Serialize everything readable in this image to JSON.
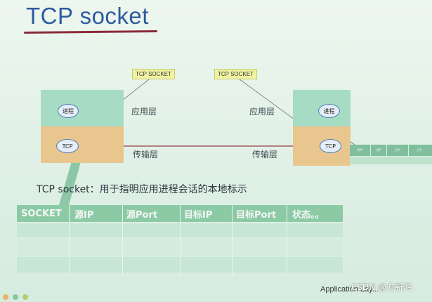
{
  "slide": {
    "title": "TCP socket",
    "callout_left": "TCP SOCKET",
    "callout_right": "TCP SOCKET",
    "left_host": {
      "process": "进程",
      "tcp": "TCP",
      "app_layer": "应用层",
      "transport_layer": "传输层"
    },
    "right_host": {
      "process": "进程",
      "tcp": "TCP",
      "app_layer": "应用层",
      "transport_layer": "传输层"
    },
    "caption": "TCP socket：用于指明应用进程会话的本地标示",
    "header_mini_cells": [
      "源IP",
      "源P",
      "目IP",
      "目P..."
    ],
    "table_columns": [
      "SOCKET",
      "源IP",
      "源Port",
      "目标IP",
      "目标Port",
      "状态。。"
    ],
    "footer": "Application Lay...",
    "watermark": "CSDN @方新鸿"
  },
  "colors": {
    "title": "#2d5b9e",
    "title_underline": "#8a2b3a",
    "app_layer": "#a6dcc4",
    "transport_layer": "#e9c68d",
    "callout": "#f0f3a2",
    "connection_line": "#9b3a4b",
    "table_header": "#8ccaa6",
    "table_row": "#c7e6d3"
  }
}
